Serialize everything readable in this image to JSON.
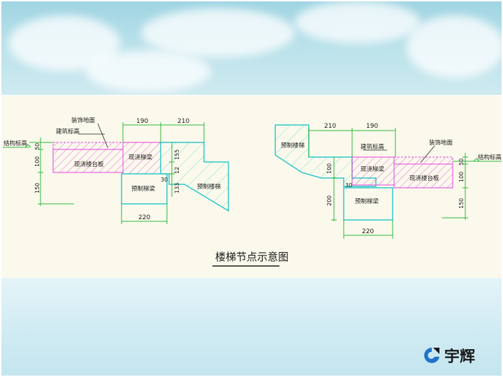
{
  "diagram": {
    "title": "楼梯节点示意图",
    "left": {
      "labels": {
        "decor_floor": "装饰地面",
        "arch_elev": "建筑标高",
        "struct_elev": "结构标高",
        "cast_platform": "现浇楼台板",
        "cast_beam": "现浇梯梁",
        "precast_beam": "预制梯梁",
        "precast_stair": "预制楼梯"
      },
      "dims": {
        "top_a": "190",
        "top_b": "210",
        "v50": "50",
        "v100": "100",
        "v150": "150",
        "v155": "155",
        "v12": "12",
        "v133": "133",
        "v30": "30",
        "bottom": "220"
      }
    },
    "right": {
      "labels": {
        "decor_floor": "装饰地面",
        "arch_elev": "建筑标高",
        "struct_elev": "结构标高",
        "cast_platform": "现浇楼台板",
        "cast_beam": "现浇梯梁",
        "precast_beam": "预制梯梁",
        "precast_stair": "预制楼梯"
      },
      "dims": {
        "top_a": "210",
        "top_b": "190",
        "v50": "50",
        "v100": "100",
        "v150": "150",
        "v100b": "100",
        "v200": "200",
        "v30": "30",
        "bottom": "220"
      }
    }
  },
  "logo": {
    "text": "宇辉",
    "icon": "yuhui-logo-icon"
  },
  "colors": {
    "magenta": "#e040e0",
    "cyan": "#30c8c8",
    "green": "#2cb83c",
    "text": "#1a1a1a"
  }
}
